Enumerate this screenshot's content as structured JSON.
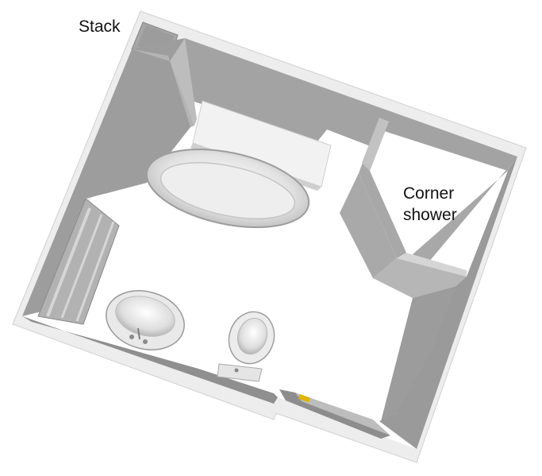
{
  "labels": {
    "stack": "Stack",
    "corner_shower_line1": "Corner",
    "corner_shower_line2": "shower"
  },
  "colors": {
    "outer_wall_top": "#ededed",
    "wall_dark": "#9a9a9a",
    "wall_mid": "#a3a3a3",
    "wall_light": "#b8b8b8",
    "floor": "#ffffff",
    "fixture": "#e6e6e6",
    "accent": "#e0b400"
  },
  "fixtures": [
    "bathtub",
    "sink",
    "toilet",
    "glass-door",
    "entry-door",
    "corner-shower",
    "stack"
  ]
}
